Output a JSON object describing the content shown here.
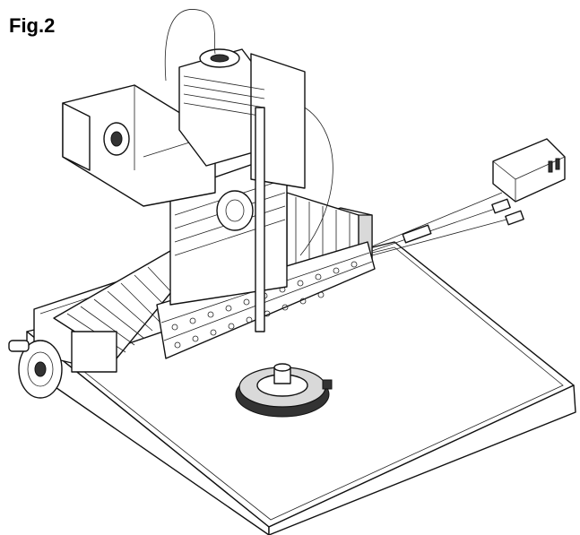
{
  "figure": {
    "label": "Fig.2"
  },
  "colors": {
    "line": "#111111",
    "background": "#ffffff",
    "shade": "#d9d9d9",
    "dark_part": "#333333"
  },
  "parts": [
    {
      "name": "base-plate"
    },
    {
      "name": "linear-slide-rail"
    },
    {
      "name": "bellows-cover"
    },
    {
      "name": "cable-drag-chain"
    },
    {
      "name": "hand-wheel"
    },
    {
      "name": "stepper-motor"
    },
    {
      "name": "scope-head-assembly"
    },
    {
      "name": "eyepiece-tube"
    },
    {
      "name": "power-adapter"
    },
    {
      "name": "cable-connectors"
    },
    {
      "name": "rotary-stage"
    }
  ]
}
